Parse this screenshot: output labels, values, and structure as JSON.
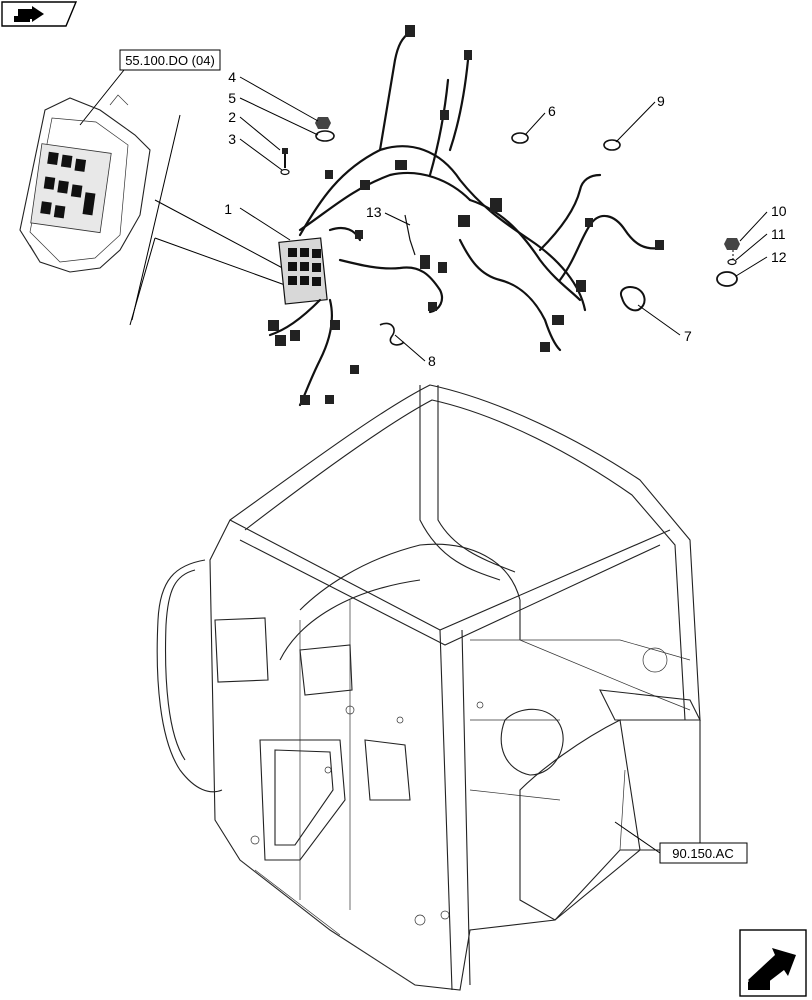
{
  "references": {
    "top_left": "55.100.DO (04)",
    "bottom_right": "90.150.AC"
  },
  "callouts": [
    "1",
    "2",
    "3",
    "4",
    "5",
    "6",
    "7",
    "8",
    "9",
    "10",
    "11",
    "12",
    "13"
  ],
  "icons": {
    "top_left": "back-arrow-icon",
    "bottom_right": "next-page-arrow-icon"
  },
  "colors": {
    "line": "#000000",
    "background": "#ffffff"
  }
}
